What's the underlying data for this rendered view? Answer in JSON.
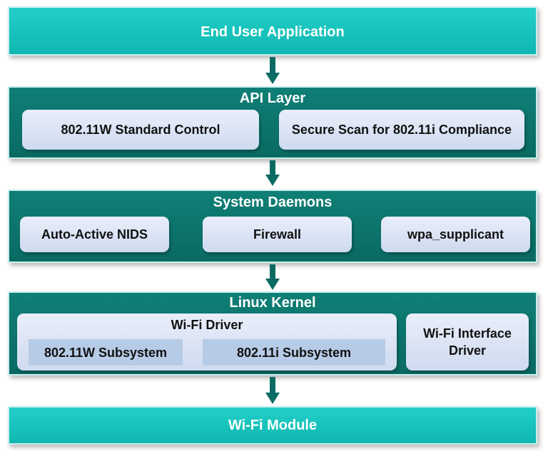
{
  "end_user": {
    "title": "End User Application"
  },
  "api_layer": {
    "title": "API Layer",
    "boxes": [
      "802.11W Standard Control",
      "Secure Scan for 802.11i Compliance"
    ]
  },
  "system_daemons": {
    "title": "System Daemons",
    "boxes": [
      "Auto-Active NIDS",
      "Firewall",
      "wpa_supplicant"
    ]
  },
  "linux_kernel": {
    "title": "Linux Kernel",
    "wifi_driver": {
      "title": "Wi-Fi Driver",
      "subsystems": [
        "802.11W Subsystem",
        "802.11i Subsystem"
      ]
    },
    "interface_driver": "Wi-Fi Interface\nDriver"
  },
  "wifi_module": {
    "title": "Wi-Fi Module"
  },
  "colors": {
    "teal_light": "#1bc4be",
    "teal_dark": "#0c756d",
    "box_fill": "#dde5f5",
    "subsystem_fill": "#b6cbe6",
    "arrow": "#0c6b64"
  }
}
